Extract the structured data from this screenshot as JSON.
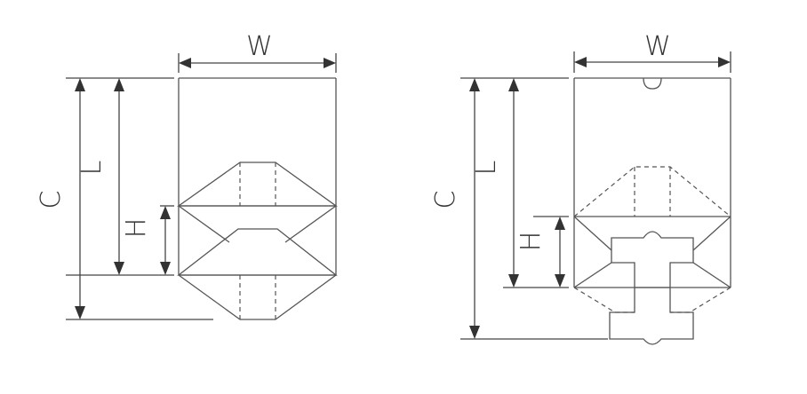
{
  "left_diagram": {
    "width_label": "W",
    "total_height_label": "C",
    "length_label": "L",
    "gusset_label": "H"
  },
  "right_diagram": {
    "width_label": "W",
    "total_height_label": "C",
    "length_label": "L",
    "gusset_label": "H"
  }
}
